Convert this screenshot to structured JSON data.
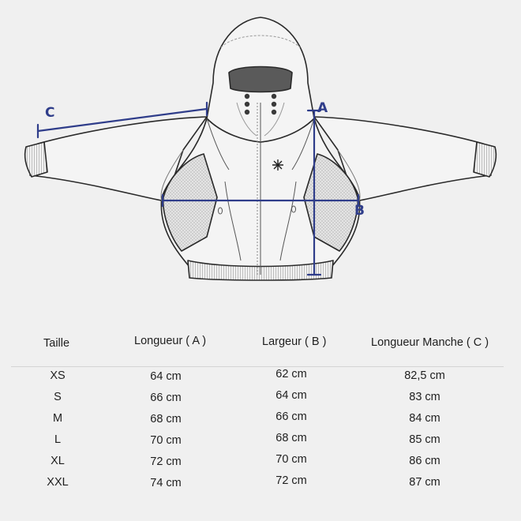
{
  "diagram_labels": {
    "a": "A",
    "b": "B",
    "c": "C"
  },
  "colors": {
    "measure_line": "#2f3d8a",
    "background": "#f0f0f0",
    "outline": "#2a2a2a",
    "mesh": "#c9c9c9"
  },
  "table": {
    "headers": [
      "Taille",
      "Longueur ( A )",
      "Largeur ( B )",
      "Longueur Manche ( C )"
    ],
    "rows": [
      [
        "XS",
        "64 cm",
        "62 cm",
        "82,5 cm"
      ],
      [
        "S",
        "66 cm",
        "64 cm",
        "83 cm"
      ],
      [
        "M",
        "68 cm",
        "66 cm",
        "84 cm"
      ],
      [
        "L",
        "70 cm",
        "68 cm",
        "85 cm"
      ],
      [
        "XL",
        "72 cm",
        "70 cm",
        "86 cm"
      ],
      [
        "XXL",
        "74 cm",
        "72 cm",
        "87 cm"
      ]
    ]
  }
}
